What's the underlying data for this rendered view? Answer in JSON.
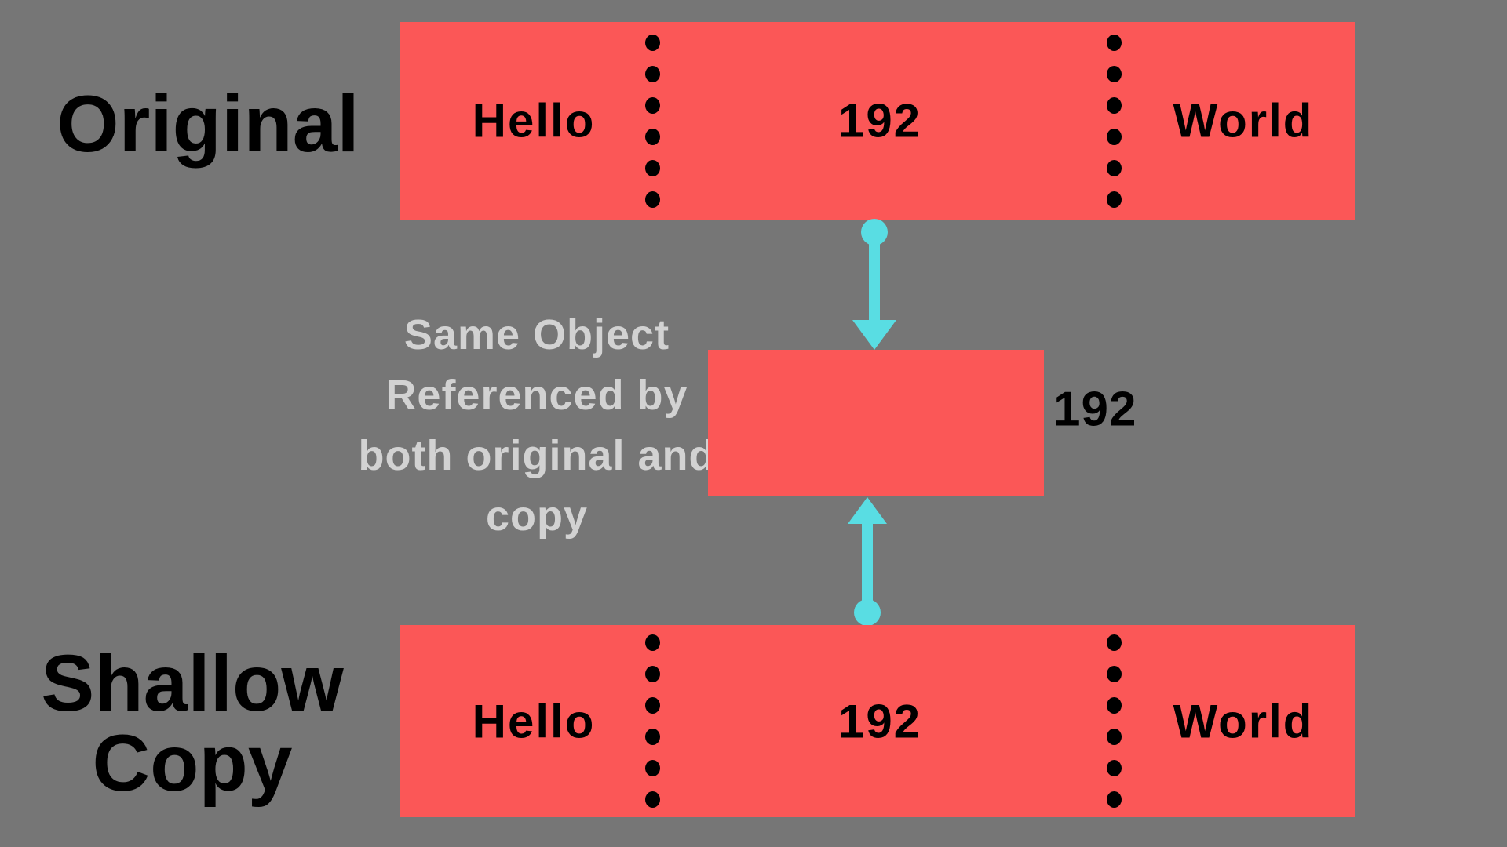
{
  "colors": {
    "background": "#767676",
    "bar_red": "#FB5757",
    "arrow_cyan": "#59DDE3",
    "text_black": "#000000",
    "note_gray": "#D2D2D2"
  },
  "original": {
    "label": "Original",
    "values": [
      "Hello",
      "192",
      "World"
    ]
  },
  "shallow_copy": {
    "label_lines": [
      "Shallow",
      "Copy"
    ],
    "values": [
      "Hello",
      "192",
      "World"
    ]
  },
  "shared_object": {
    "value": "192",
    "note_lines": [
      "Same Object",
      "Referenced by",
      "both original and",
      "copy"
    ]
  }
}
